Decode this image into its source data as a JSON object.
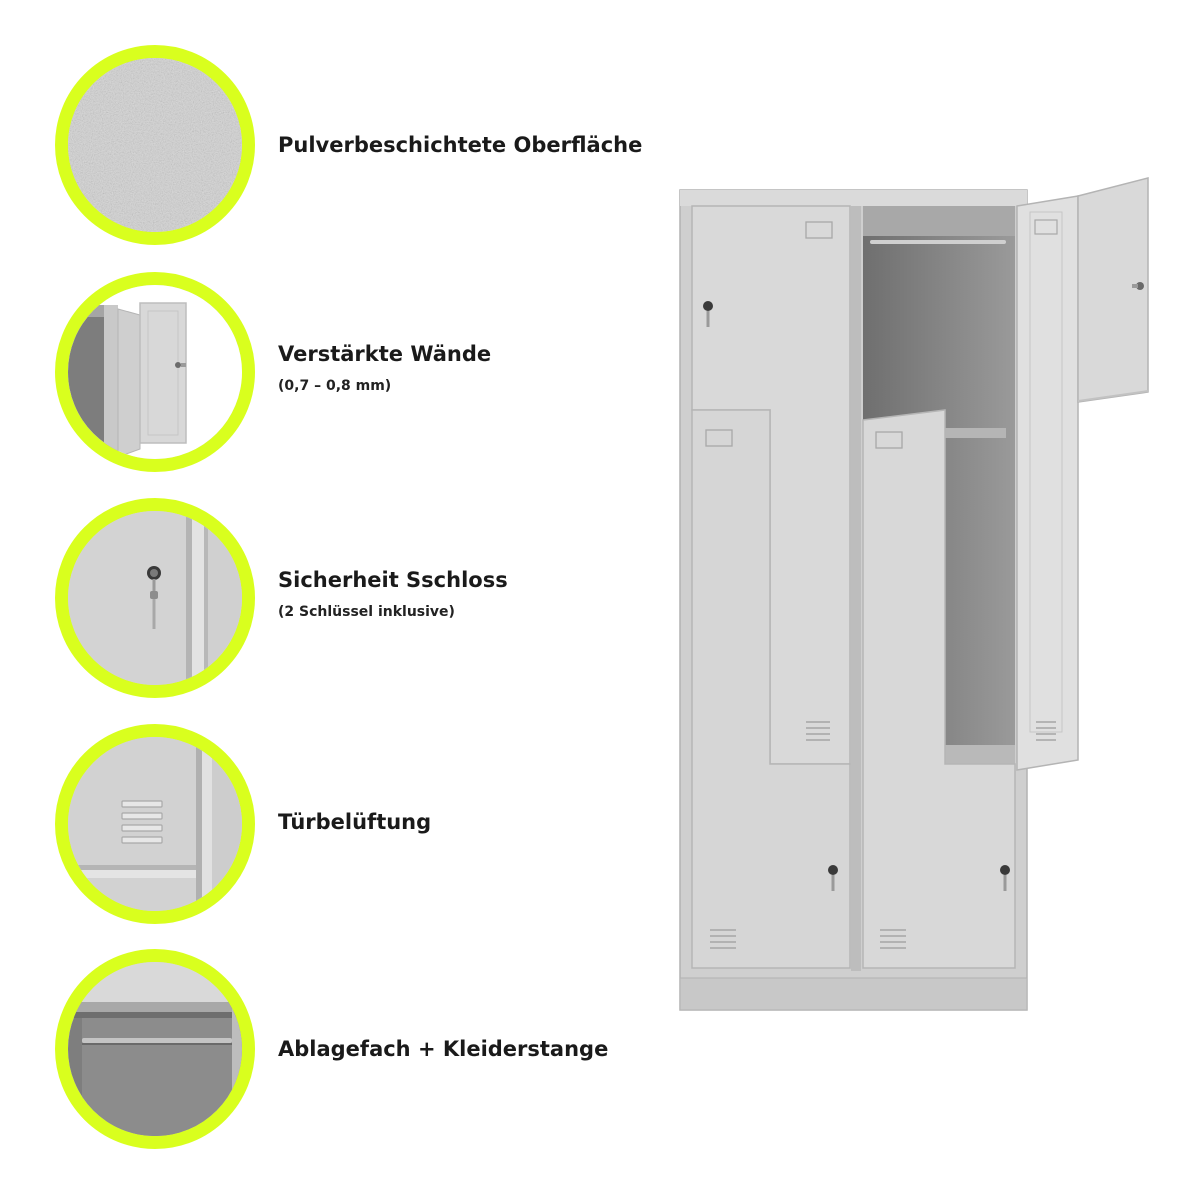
{
  "features": [
    {
      "label": "Pulverbeschichtete Oberfläche",
      "icon": "powder-coated-surface-icon"
    },
    {
      "label": "Verstärkte Wände",
      "sublabel": "(0,7 – 0,8 mm)",
      "icon": "reinforced-walls-icon"
    },
    {
      "label": "Sicherheit Sschloss",
      "sublabel": "(2 Schlüssel inklusive)",
      "icon": "security-lock-icon"
    },
    {
      "label": "Türbelüftung",
      "icon": "door-ventilation-icon"
    },
    {
      "label": "Ablagefach + Kleiderstange",
      "icon": "shelf-clothes-rail-icon"
    }
  ],
  "colors": {
    "accent_ring": "#d9ff1e",
    "locker_grey": "#d6d6d6",
    "interior_grey": "#8a8a8a"
  }
}
